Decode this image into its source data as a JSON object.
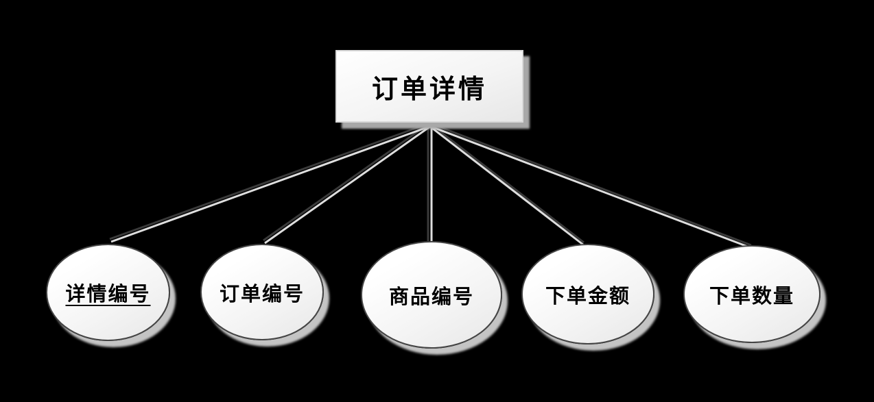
{
  "diagram": {
    "entity": {
      "label": "订单详情"
    },
    "attributes": [
      {
        "label": "详情编号",
        "primary_key": true
      },
      {
        "label": "订单编号",
        "primary_key": false
      },
      {
        "label": "商品编号",
        "primary_key": false
      },
      {
        "label": "下单金额",
        "primary_key": false
      },
      {
        "label": "下单数量",
        "primary_key": false
      }
    ],
    "colors": {
      "background": "#000000",
      "shape_fill_top": "#ffffff",
      "shape_fill_bottom": "#e7e7e7",
      "entity_border": "#d9d9d9",
      "ellipse_border": "#454545",
      "entity_shadow": "#a8a8a8",
      "ellipse_shadow": "#c4c4c4",
      "connector_dark": "#3a3a3a",
      "connector_light": "#dedede",
      "text": "#000000"
    }
  }
}
